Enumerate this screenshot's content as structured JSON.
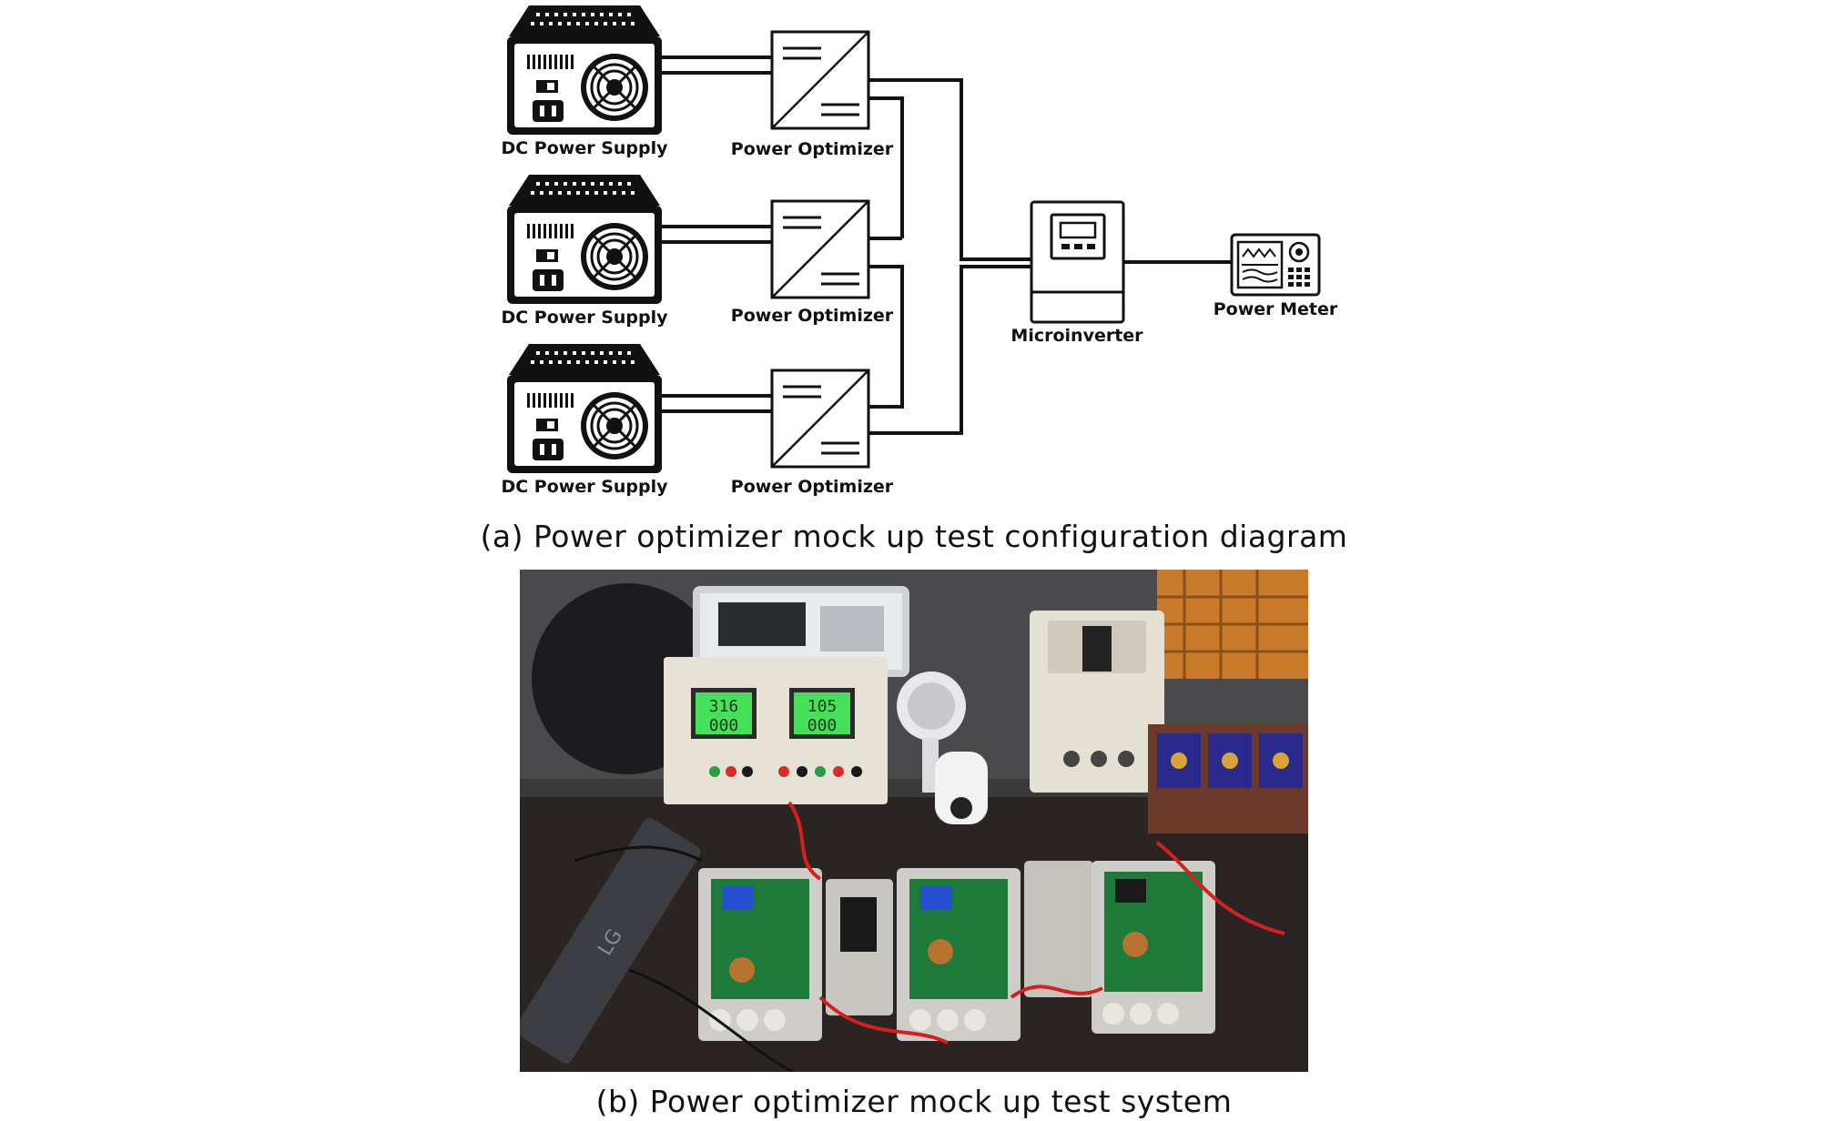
{
  "colors": {
    "ink": "#111111",
    "background": "#ffffff",
    "photo_bench": "#2a2522",
    "photo_enclosure": "#cfcdc8",
    "photo_pcb": "#1e7a3a",
    "photo_lcd": "#46e05a",
    "photo_wire": "#d62020"
  },
  "labels": {
    "dc_supply_1": "DC Power Supply",
    "dc_supply_2": "DC Power Supply",
    "dc_supply_3": "DC Power Supply",
    "optimizer_1": "Power Optimizer",
    "optimizer_2": "Power Optimizer",
    "optimizer_3": "Power Optimizer",
    "microinverter": "Microinverter",
    "power_meter": "Power Meter"
  },
  "captions": {
    "a": "(a) Power optimizer mock up test configuration diagram",
    "b": "(b) Power optimizer mock up test system"
  },
  "photo": {
    "lcd_left_top": "316",
    "lcd_left_bottom": "000",
    "lcd_right_top": "105",
    "lcd_right_bottom": "000",
    "laptop_brand": "LG"
  }
}
